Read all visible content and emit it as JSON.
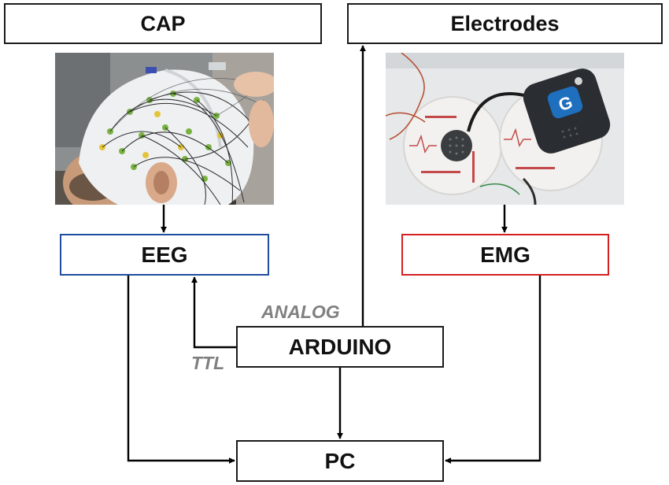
{
  "diagram": {
    "nodes": {
      "cap": "CAP",
      "electrodes": "Electrodes",
      "eeg": "EEG",
      "emg": "EMG",
      "arduino": "ARDUINO",
      "pc": "PC"
    },
    "signal_labels": {
      "analog": "ANALOG",
      "ttl": "TTL"
    },
    "images": {
      "cap_photo": "eeg-cap-photo",
      "electrode_photo": "emg-electrode-sensor-photo"
    },
    "edges": [
      {
        "from": "CAP",
        "to": "EEG"
      },
      {
        "from": "Electrodes",
        "to": "EMG"
      },
      {
        "from": "ARDUINO",
        "to": "Electrodes",
        "label": "ANALOG"
      },
      {
        "from": "ARDUINO",
        "to": "EEG",
        "label": "TTL"
      },
      {
        "from": "EEG",
        "to": "PC"
      },
      {
        "from": "EMG",
        "to": "PC"
      },
      {
        "from": "ARDUINO",
        "to": "PC"
      }
    ],
    "colors": {
      "line": "#000000",
      "eeg_border": "#1f4e9c",
      "emg_border": "#d42020",
      "signal_label": "#808080"
    }
  }
}
